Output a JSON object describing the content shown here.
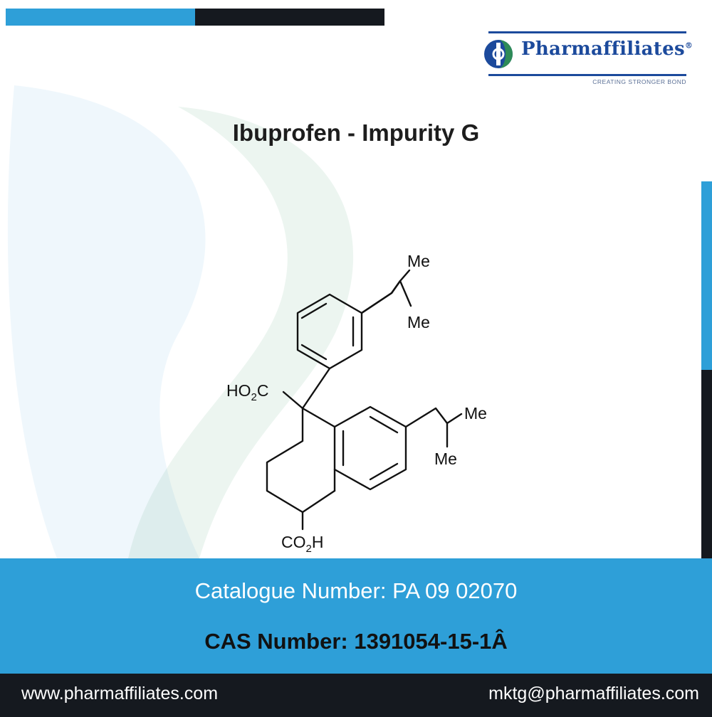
{
  "brand": {
    "name": "Pharmaffiliates",
    "trademark": "®",
    "tagline": "CREATING STRONGER BOND",
    "colors": {
      "blue": "#2e9fd8",
      "navy": "#1c4a9c",
      "dark": "#15191f",
      "green": "#2e8b57"
    }
  },
  "product": {
    "name": "Ibuprofen - Impurity G"
  },
  "structure": {
    "labels": {
      "me_top_1": "Me",
      "me_top_2": "Me",
      "carboxyl_left": "HO",
      "carboxyl_left_sub": "2",
      "carboxyl_left_end": "C",
      "me_mid_1": "Me",
      "me_mid_2": "Me",
      "carboxyl_bottom": "CO",
      "carboxyl_bottom_sub": "2",
      "carboxyl_bottom_end": "H"
    }
  },
  "info": {
    "catalogue": "Catalogue Number: PA 09 02070",
    "cas": "CAS Number: 1391054-15-1Â"
  },
  "footer": {
    "website": "www.pharmaffiliates.com",
    "email": "mktg@pharmaffiliates.com"
  }
}
